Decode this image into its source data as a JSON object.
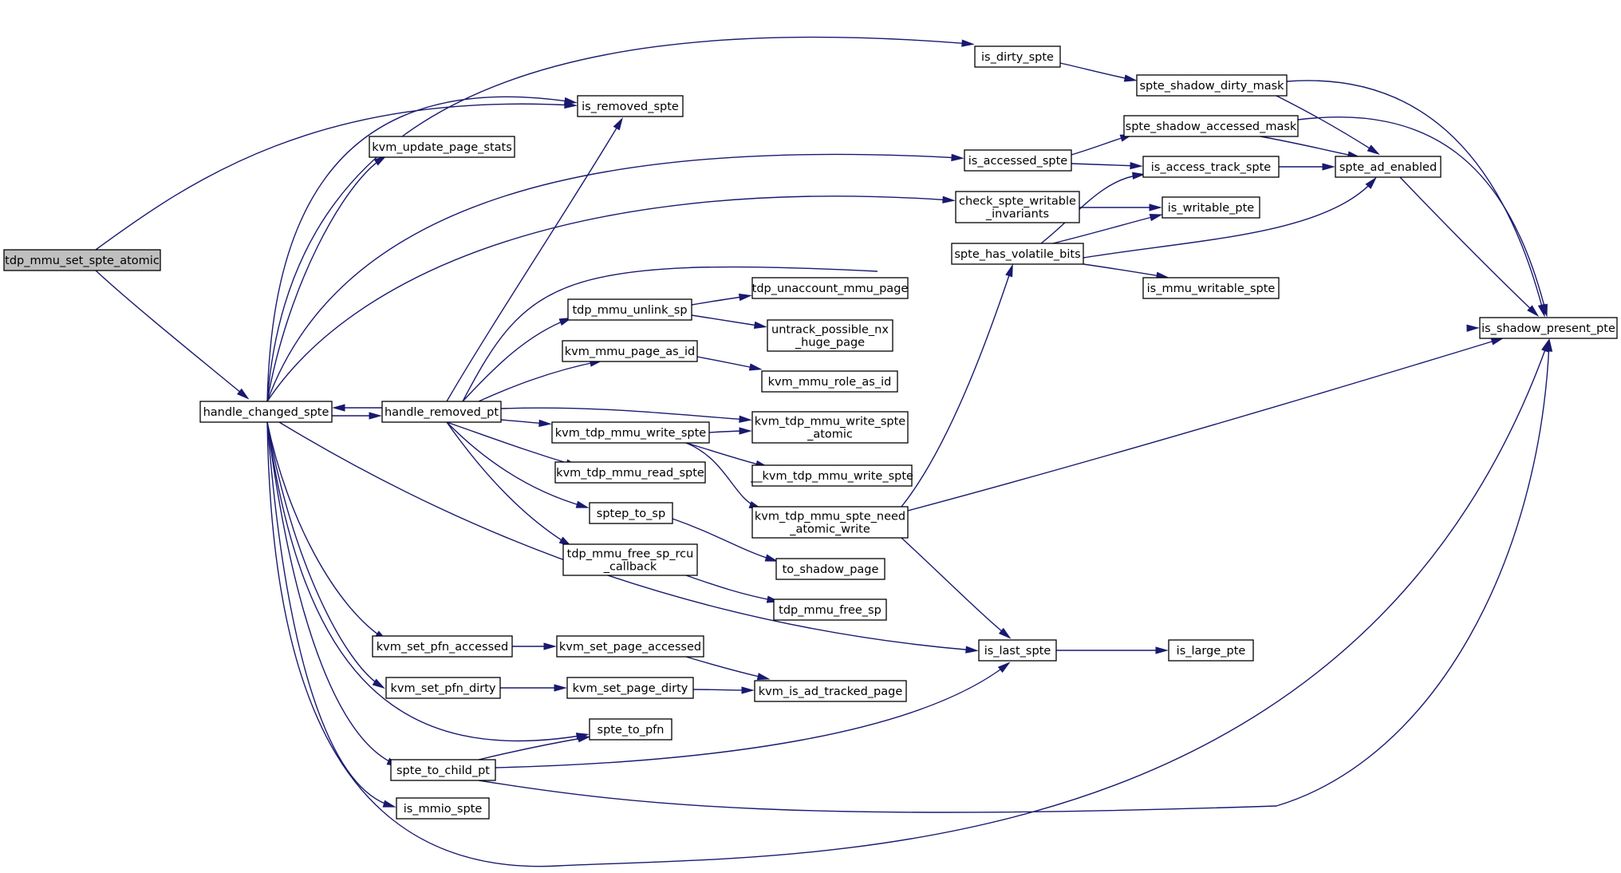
{
  "diagram": {
    "type": "call-graph",
    "root": "tdp_mmu_set_spte_atomic",
    "nodes": {
      "tdp_mmu_set_spte_atomic": [
        "tdp_mmu_set_spte_atomic"
      ],
      "handle_changed_spte": [
        "handle_changed_spte"
      ],
      "handle_removed_pt": [
        "handle_removed_pt"
      ],
      "is_removed_spte": [
        "is_removed_spte"
      ],
      "kvm_update_page_stats": [
        "kvm_update_page_stats"
      ],
      "is_dirty_spte": [
        "is_dirty_spte"
      ],
      "spte_shadow_dirty_mask": [
        "spte_shadow_dirty_mask"
      ],
      "spte_shadow_accessed_mask": [
        "spte_shadow_accessed_mask"
      ],
      "is_accessed_spte": [
        "is_accessed_spte"
      ],
      "is_access_track_spte": [
        "is_access_track_spte"
      ],
      "spte_ad_enabled": [
        "spte_ad_enabled"
      ],
      "check_spte_writable_invariants": [
        "check_spte_writable",
        "_invariants"
      ],
      "is_writable_pte": [
        "is_writable_pte"
      ],
      "spte_has_volatile_bits": [
        "spte_has_volatile_bits"
      ],
      "is_mmu_writable_spte": [
        "is_mmu_writable_spte"
      ],
      "is_shadow_present_pte": [
        "is_shadow_present_pte"
      ],
      "tdp_mmu_unlink_sp": [
        "tdp_mmu_unlink_sp"
      ],
      "tdp_unaccount_mmu_page": [
        "tdp_unaccount_mmu_page"
      ],
      "untrack_possible_nx_huge_page": [
        "untrack_possible_nx",
        "_huge_page"
      ],
      "kvm_mmu_page_as_id": [
        "kvm_mmu_page_as_id"
      ],
      "kvm_mmu_role_as_id": [
        "kvm_mmu_role_as_id"
      ],
      "kvm_tdp_mmu_write_spte": [
        "kvm_tdp_mmu_write_spte"
      ],
      "kvm_tdp_mmu_write_spte_atomic": [
        "kvm_tdp_mmu_write_spte",
        "_atomic"
      ],
      "__kvm_tdp_mmu_write_spte": [
        "__kvm_tdp_mmu_write_spte"
      ],
      "kvm_tdp_mmu_read_spte": [
        "kvm_tdp_mmu_read_spte"
      ],
      "kvm_tdp_mmu_spte_need_atomic_write": [
        "kvm_tdp_mmu_spte_need",
        "_atomic_write"
      ],
      "sptep_to_sp": [
        "sptep_to_sp"
      ],
      "to_shadow_page": [
        "to_shadow_page"
      ],
      "tdp_mmu_free_sp_rcu_callback": [
        "tdp_mmu_free_sp_rcu",
        "_callback"
      ],
      "tdp_mmu_free_sp": [
        "tdp_mmu_free_sp"
      ],
      "kvm_set_pfn_accessed": [
        "kvm_set_pfn_accessed"
      ],
      "kvm_set_page_accessed": [
        "kvm_set_page_accessed"
      ],
      "is_last_spte": [
        "is_last_spte"
      ],
      "is_large_pte": [
        "is_large_pte"
      ],
      "kvm_set_pfn_dirty": [
        "kvm_set_pfn_dirty"
      ],
      "kvm_set_page_dirty": [
        "kvm_set_page_dirty"
      ],
      "kvm_is_ad_tracked_page": [
        "kvm_is_ad_tracked_page"
      ],
      "spte_to_pfn": [
        "spte_to_pfn"
      ],
      "spte_to_child_pt": [
        "spte_to_child_pt"
      ],
      "is_mmio_spte": [
        "is_mmio_spte"
      ]
    },
    "edges": [
      [
        "tdp_mmu_set_spte_atomic",
        "handle_changed_spte"
      ],
      [
        "tdp_mmu_set_spte_atomic",
        "is_removed_spte"
      ],
      [
        "handle_changed_spte",
        "is_dirty_spte"
      ],
      [
        "handle_changed_spte",
        "is_removed_spte"
      ],
      [
        "handle_changed_spte",
        "kvm_update_page_stats"
      ],
      [
        "handle_changed_spte",
        "is_accessed_spte"
      ],
      [
        "handle_changed_spte",
        "check_spte_writable_invariants"
      ],
      [
        "handle_changed_spte",
        "handle_removed_pt"
      ],
      [
        "handle_changed_spte",
        "is_last_spte"
      ],
      [
        "handle_changed_spte",
        "kvm_set_pfn_accessed"
      ],
      [
        "handle_changed_spte",
        "kvm_set_pfn_dirty"
      ],
      [
        "handle_changed_spte",
        "spte_to_pfn"
      ],
      [
        "handle_changed_spte",
        "spte_to_child_pt"
      ],
      [
        "handle_changed_spte",
        "is_mmio_spte"
      ],
      [
        "handle_changed_spte",
        "is_shadow_present_pte"
      ],
      [
        "handle_removed_pt",
        "handle_changed_spte"
      ],
      [
        "handle_removed_pt",
        "is_removed_spte"
      ],
      [
        "handle_removed_pt",
        "is_shadow_present_pte"
      ],
      [
        "handle_removed_pt",
        "tdp_mmu_unlink_sp"
      ],
      [
        "handle_removed_pt",
        "kvm_mmu_page_as_id"
      ],
      [
        "handle_removed_pt",
        "kvm_tdp_mmu_write_spte_atomic"
      ],
      [
        "handle_removed_pt",
        "kvm_tdp_mmu_write_spte"
      ],
      [
        "handle_removed_pt",
        "kvm_tdp_mmu_read_spte"
      ],
      [
        "handle_removed_pt",
        "sptep_to_sp"
      ],
      [
        "handle_removed_pt",
        "tdp_mmu_free_sp_rcu_callback"
      ],
      [
        "is_dirty_spte",
        "spte_shadow_dirty_mask"
      ],
      [
        "spte_shadow_dirty_mask",
        "spte_ad_enabled"
      ],
      [
        "spte_shadow_dirty_mask",
        "is_shadow_present_pte"
      ],
      [
        "is_accessed_spte",
        "spte_shadow_accessed_mask"
      ],
      [
        "is_accessed_spte",
        "is_access_track_spte"
      ],
      [
        "spte_shadow_accessed_mask",
        "spte_ad_enabled"
      ],
      [
        "spte_shadow_accessed_mask",
        "is_shadow_present_pte"
      ],
      [
        "is_access_track_spte",
        "spte_ad_enabled"
      ],
      [
        "spte_ad_enabled",
        "is_shadow_present_pte"
      ],
      [
        "check_spte_writable_invariants",
        "is_writable_pte"
      ],
      [
        "spte_has_volatile_bits",
        "is_access_track_spte"
      ],
      [
        "spte_has_volatile_bits",
        "is_writable_pte"
      ],
      [
        "spte_has_volatile_bits",
        "spte_ad_enabled"
      ],
      [
        "spte_has_volatile_bits",
        "is_mmu_writable_spte"
      ],
      [
        "tdp_mmu_unlink_sp",
        "tdp_unaccount_mmu_page"
      ],
      [
        "tdp_mmu_unlink_sp",
        "untrack_possible_nx_huge_page"
      ],
      [
        "kvm_mmu_page_as_id",
        "kvm_mmu_role_as_id"
      ],
      [
        "kvm_tdp_mmu_write_spte",
        "kvm_tdp_mmu_write_spte_atomic"
      ],
      [
        "kvm_tdp_mmu_write_spte",
        "__kvm_tdp_mmu_write_spte"
      ],
      [
        "kvm_tdp_mmu_write_spte",
        "kvm_tdp_mmu_spte_need_atomic_write"
      ],
      [
        "kvm_tdp_mmu_spte_need_atomic_write",
        "spte_has_volatile_bits"
      ],
      [
        "kvm_tdp_mmu_spte_need_atomic_write",
        "is_shadow_present_pte"
      ],
      [
        "kvm_tdp_mmu_spte_need_atomic_write",
        "is_last_spte"
      ],
      [
        "sptep_to_sp",
        "to_shadow_page"
      ],
      [
        "tdp_mmu_free_sp_rcu_callback",
        "tdp_mmu_free_sp"
      ],
      [
        "kvm_set_pfn_accessed",
        "kvm_set_page_accessed"
      ],
      [
        "kvm_set_page_accessed",
        "kvm_is_ad_tracked_page"
      ],
      [
        "kvm_set_pfn_dirty",
        "kvm_set_page_dirty"
      ],
      [
        "kvm_set_page_dirty",
        "kvm_is_ad_tracked_page"
      ],
      [
        "is_last_spte",
        "is_large_pte"
      ],
      [
        "spte_to_child_pt",
        "spte_to_pfn"
      ],
      [
        "spte_to_child_pt",
        "is_last_spte"
      ],
      [
        "spte_to_child_pt",
        "is_shadow_present_pte"
      ]
    ],
    "colors": {
      "edge": "#191970",
      "node_border": "#000000",
      "node_fill": "#ffffff",
      "root_fill": "#bfbfbf",
      "background": "#ffffff"
    }
  }
}
